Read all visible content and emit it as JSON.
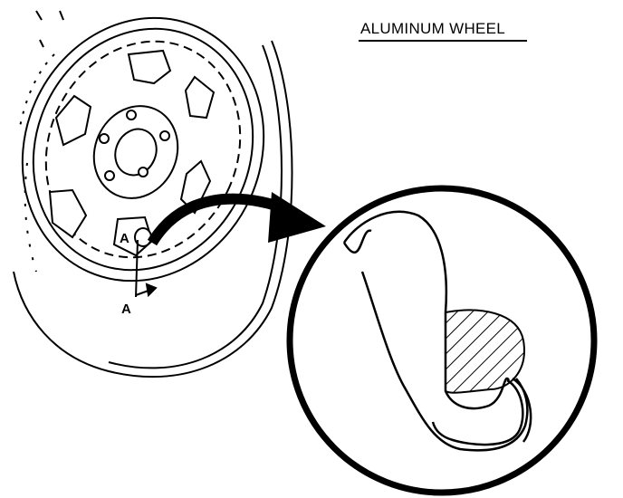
{
  "diagram": {
    "title": "ALUMINUM WHEEL",
    "section_label_upper": "A",
    "section_label_lower": "A",
    "colors": {
      "line": "#000000",
      "background": "#ffffff"
    }
  }
}
